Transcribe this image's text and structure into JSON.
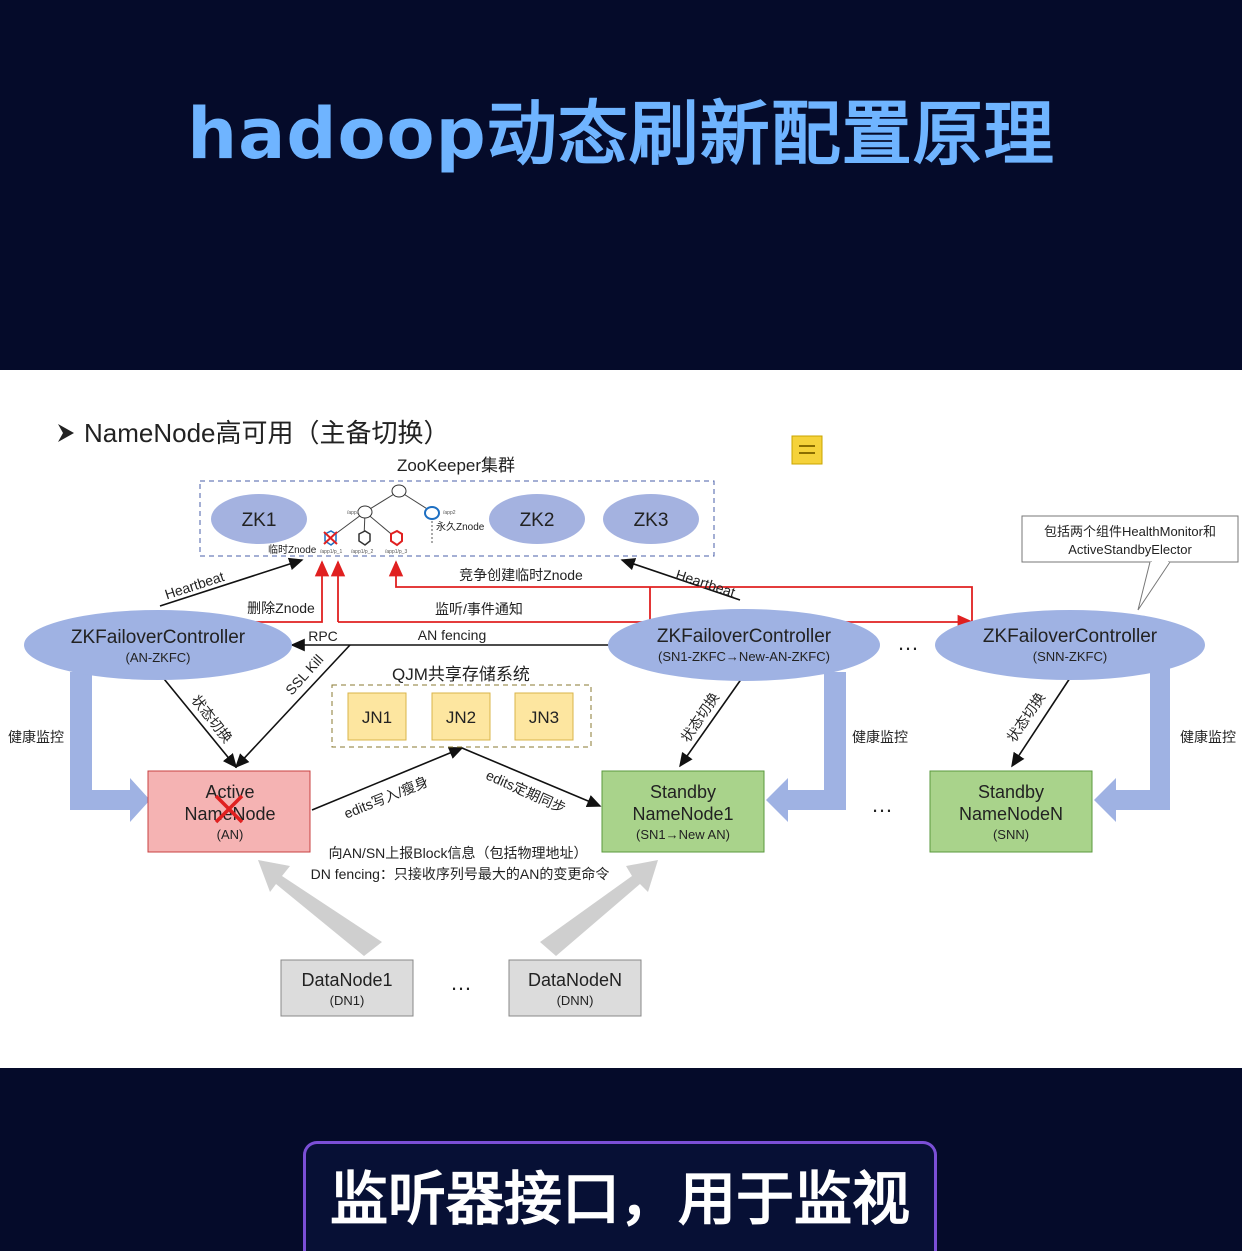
{
  "page_title": "hadoop动态刷新配置原理",
  "caption": "监听器接口，用于监视",
  "slide": {
    "heading": "NameNode高可用（主备切换）",
    "zookeeper_label": "ZooKeeper集群",
    "zk_nodes": [
      "ZK1",
      "ZK2",
      "ZK3"
    ],
    "znode_temp": "临时Znode",
    "znode_perm": "永久Znode",
    "znode_small_labels": [
      "/app1",
      "/app2",
      "/app1/p_1",
      "/app1/p_2",
      "/app1/p_3"
    ],
    "callout": [
      "包括两个组件HealthMonitor和",
      "ActiveStandbyElector"
    ],
    "zkfc_title": "ZKFailoverController",
    "zkfc_an": "(AN-ZKFC)",
    "zkfc_sn1": "(SN1-ZKFC→New-AN-ZKFC)",
    "zkfc_snn": "(SNN-ZKFC)",
    "ellipsis": "…",
    "qjm_label": "QJM共享存储系统",
    "jn_nodes": [
      "JN1",
      "JN2",
      "JN3"
    ],
    "active_nn": [
      "Active",
      "NameNode",
      "(AN)"
    ],
    "standby_nn1": [
      "Standby",
      "NameNode1",
      "(SN1→New AN)"
    ],
    "standby_nnn": [
      "Standby",
      "NameNodeN",
      "(SNN)"
    ],
    "datanode1": [
      "DataNode1",
      "(DN1)"
    ],
    "datanoden": [
      "DataNodeN",
      "(DNN)"
    ],
    "labels": {
      "heartbeat_left": "Heartbeat",
      "heartbeat_right": "Heartbeat",
      "delete_znode": "删除Znode",
      "compete": "竞争创建临时Znode",
      "watch": "监听/事件通知",
      "rpc": "RPC",
      "an_fencing": "AN fencing",
      "ssl_kill": "SSL Kill",
      "state_switch": "状态切换",
      "health_monitor": "健康监控",
      "edits_write": "edits写入/瘦身",
      "edits_sync": "edits定期同步",
      "report_block": "向AN/SN上报Block信息（包括物理地址）",
      "dn_fencing": "DN fencing：只接收序列号最大的AN的变更命令"
    }
  }
}
